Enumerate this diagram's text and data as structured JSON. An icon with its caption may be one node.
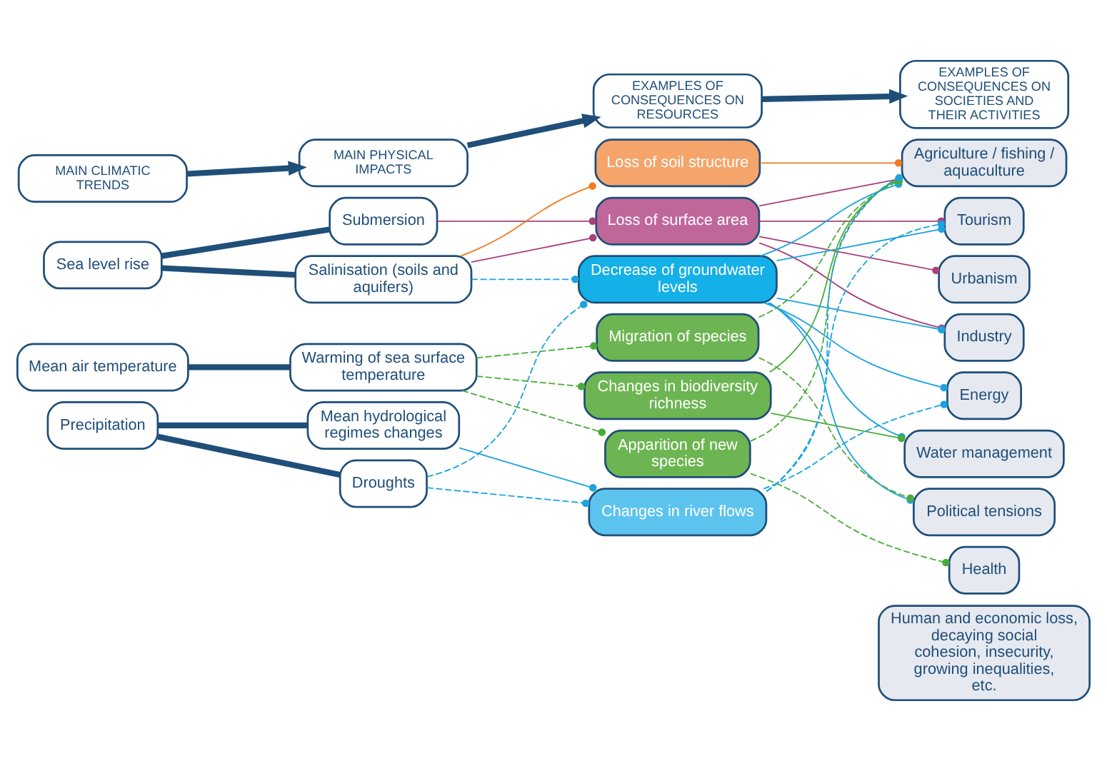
{
  "diagram": {
    "nodes": [
      {
        "text": [
          "MAIN CLIMATIC TRENDS"
        ]
      },
      {
        "text": [
          "MAIN PHYSICAL IMPACTS"
        ]
      },
      {
        "text": [
          "EXAMPLES OF CONSEQUENCES ON RESOURCES"
        ]
      },
      {
        "text": [
          "EXAMPLES OF CONSEQUENCES ON SOCIETIES AND THEIR ACTIVITIES"
        ]
      },
      {
        "text": [
          "Sea level rise"
        ]
      },
      {
        "text": [
          "Submersion"
        ]
      },
      {
        "text": [
          "Salinisation (soils and aquifers)"
        ]
      },
      {
        "text": [
          "Mean air temperature"
        ]
      },
      {
        "text": [
          "Warming of sea surface temperature"
        ]
      },
      {
        "text": [
          "Precipitation"
        ]
      },
      {
        "text": [
          "Mean hydrological regimes changes"
        ]
      },
      {
        "text": [
          "Droughts"
        ]
      },
      {
        "text": [
          "Loss of soil structure"
        ]
      },
      {
        "text": [
          "Loss of surface area"
        ]
      },
      {
        "text": [
          "Decrease of groundwater levels"
        ]
      },
      {
        "text": [
          "Migration of species"
        ]
      },
      {
        "text": [
          "Changes in biodiversity richness"
        ]
      },
      {
        "text": [
          "Apparition of new species"
        ]
      },
      {
        "text": [
          "Changes in river flows"
        ]
      },
      {
        "text": [
          "Agriculture / fishing / aquaculture"
        ]
      },
      {
        "text": [
          "Tourism"
        ]
      },
      {
        "text": [
          "Urbanism"
        ]
      },
      {
        "text": [
          "Industry"
        ]
      },
      {
        "text": [
          "Energy"
        ]
      },
      {
        "text": [
          "Water management"
        ]
      },
      {
        "text": [
          "Political tensions"
        ]
      },
      {
        "text": [
          "Health"
        ]
      },
      {
        "text": [
          "Human and economic loss, decaying social cohesion, insecurity, growing inequalities, etc."
        ]
      }
    ],
    "edges": [
      {
        "from": 0,
        "to": 1,
        "arrow": "to",
        "style": "thick",
        "color": "#1f4e79"
      },
      {
        "from": 1,
        "to": 2,
        "arrow": "to",
        "style": "thick",
        "color": "#1f4e79"
      },
      {
        "from": 2,
        "to": 3,
        "arrow": "to",
        "style": "thick",
        "color": "#1f4e79"
      },
      {
        "from": 4,
        "to": 5,
        "arrow": "none",
        "style": "thick",
        "color": "#1f4e79"
      },
      {
        "from": 4,
        "to": 6,
        "arrow": "none",
        "style": "thick",
        "color": "#1f4e79"
      },
      {
        "from": 7,
        "to": 8,
        "arrow": "none",
        "style": "thick",
        "color": "#1f4e79"
      },
      {
        "from": 9,
        "to": 10,
        "arrow": "none",
        "style": "thick",
        "color": "#1f4e79"
      },
      {
        "from": 9,
        "to": 11,
        "arrow": "none",
        "style": "thick",
        "color": "#1f4e79"
      },
      {
        "from": 5,
        "to": 13,
        "arrow": "other",
        "color": "#a8407a"
      },
      {
        "from": 6,
        "to": 12,
        "arrow": "other",
        "color": "#f07d22"
      },
      {
        "from": 6,
        "to": 13,
        "arrow": "other",
        "color": "#a8407a"
      },
      {
        "from": 6,
        "to": 14,
        "arrow": "other",
        "style": "dashed",
        "color": "#1aa3e0"
      },
      {
        "from": 8,
        "to": 15,
        "arrow": "other",
        "style": "dashed",
        "color": "#4aab3a"
      },
      {
        "from": 8,
        "to": 16,
        "arrow": "other",
        "style": "dashed",
        "color": "#4aab3a"
      },
      {
        "from": 8,
        "to": 17,
        "arrow": "other",
        "style": "dashed",
        "color": "#4aab3a"
      },
      {
        "from": 10,
        "to": 18,
        "arrow": "other",
        "color": "#1aa3e0"
      },
      {
        "from": 11,
        "to": 18,
        "arrow": "other",
        "style": "dashed",
        "color": "#1aa3e0"
      },
      {
        "from": 11,
        "to": 14,
        "arrow": "other",
        "style": "dashed",
        "color": "#1aa3e0"
      },
      {
        "from": 12,
        "to": 19,
        "arrow": "other",
        "color": "#f07d22"
      },
      {
        "from": 13,
        "to": 19,
        "arrow": "other",
        "color": "#a8407a"
      },
      {
        "from": 13,
        "to": 20,
        "arrow": "other",
        "color": "#a8407a"
      },
      {
        "from": 13,
        "to": 21,
        "arrow": "other",
        "color": "#a8407a"
      },
      {
        "from": 13,
        "to": 22,
        "arrow": "other",
        "color": "#a8407a"
      },
      {
        "from": 14,
        "to": 19,
        "arrow": "other",
        "color": "#1aa3e0"
      },
      {
        "from": 14,
        "to": 20,
        "arrow": "other",
        "color": "#1aa3e0"
      },
      {
        "from": 14,
        "to": 22,
        "arrow": "other",
        "color": "#1aa3e0"
      },
      {
        "from": 14,
        "to": 23,
        "arrow": "other",
        "color": "#1aa3e0"
      },
      {
        "from": 14,
        "to": 24,
        "arrow": "other",
        "color": "#1aa3e0"
      },
      {
        "from": 14,
        "to": 25,
        "arrow": "other",
        "color": "#1aa3e0"
      },
      {
        "from": 15,
        "to": 19,
        "arrow": "other",
        "style": "dashed",
        "color": "#4aab3a"
      },
      {
        "from": 15,
        "to": 25,
        "arrow": "other",
        "style": "dashed",
        "color": "#4aab3a"
      },
      {
        "from": 16,
        "to": 19,
        "arrow": "other",
        "color": "#4aab3a"
      },
      {
        "from": 16,
        "to": 24,
        "arrow": "other",
        "color": "#4aab3a"
      },
      {
        "from": 17,
        "to": 19,
        "arrow": "other",
        "style": "dashed",
        "color": "#4aab3a"
      },
      {
        "from": 17,
        "to": 26,
        "arrow": "other",
        "style": "dashed",
        "color": "#4aab3a"
      },
      {
        "from": 18,
        "to": 19,
        "arrow": "other",
        "style": "dashed",
        "color": "#1aa3e0"
      },
      {
        "from": 18,
        "to": 20,
        "arrow": "other",
        "style": "dashed",
        "color": "#1aa3e0"
      },
      {
        "from": 18,
        "to": 23,
        "arrow": "other",
        "style": "dashed",
        "color": "#1aa3e0"
      }
    ]
  }
}
